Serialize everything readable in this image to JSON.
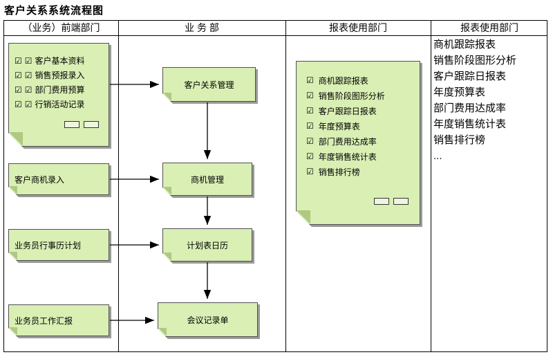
{
  "title": "客户关系系统流程图",
  "lanes": [
    {
      "label": "（业务）前端部门"
    },
    {
      "label": "业 务 部"
    },
    {
      "label": "报表使用部门"
    },
    {
      "label": "报表使用部门"
    }
  ],
  "front_lane": {
    "entry_note_items": [
      "客户基本资料",
      "销售预报录入",
      "部门费用预算",
      "行销活动记录"
    ],
    "nodes": [
      "客户商机录入",
      "业务员行事历计划",
      "业务员工作汇报"
    ]
  },
  "business_lane": {
    "nodes": [
      "客户关系管理",
      "商机管理",
      "计划表日历",
      "会议记录单"
    ]
  },
  "report_note": {
    "items": [
      "商机跟踪报表",
      "销售阶段图形分析",
      "客户跟踪日报表",
      "年度预算表",
      "部门费用达成率",
      "年度销售统计表",
      "销售排行榜"
    ]
  },
  "report_list": {
    "items": [
      "商机跟踪报表",
      "销售阶段图形分析",
      "客户跟踪日报表",
      "年度预算表",
      "部门费用达成率",
      "年度销售统计表",
      "销售排行榜",
      "..."
    ]
  },
  "icons": {
    "checkbox": "☑"
  },
  "colors": {
    "note_fill": "#d9efb4",
    "note_border": "#4f4f4f",
    "fold": "#aec981",
    "shadow": "#9b9b9b",
    "line": "#000000"
  }
}
